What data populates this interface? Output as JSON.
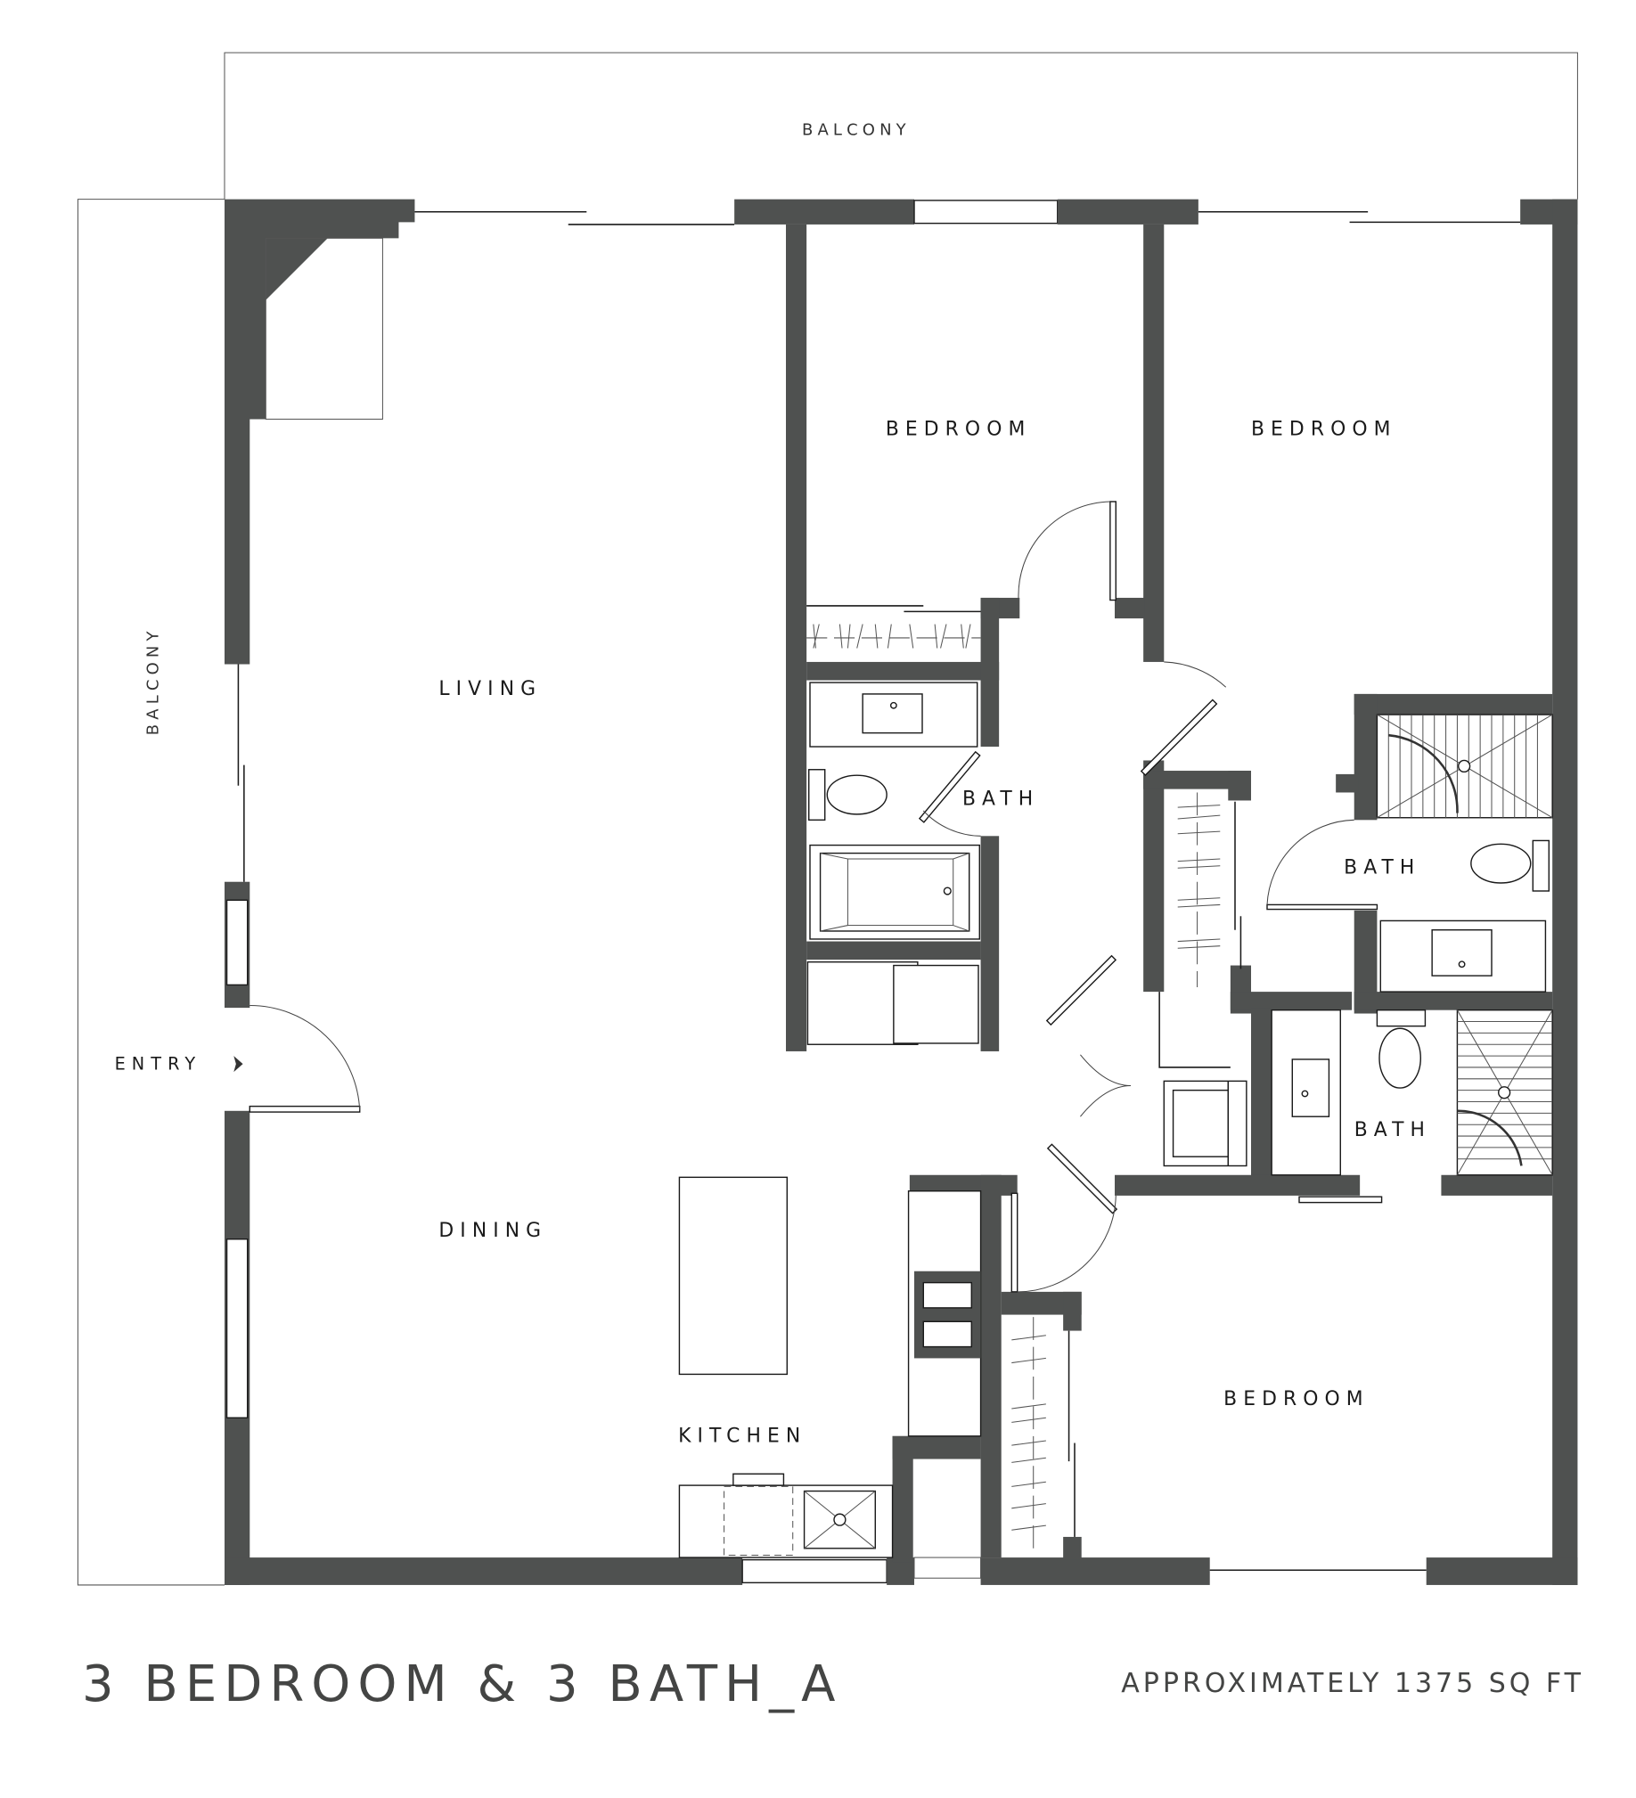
{
  "plan": {
    "title": "3 BEDROOM & 3 BATH_A",
    "area": "APPROXIMATELY 1375 SQ FT",
    "wall_color": "#4f5150",
    "text_color": "#444544"
  },
  "labels": {
    "balcony_top": "BALCONY",
    "balcony_left": "BALCONY",
    "entry": "ENTRY",
    "living": "LIVING",
    "dining": "DINING",
    "kitchen": "KITCHEN",
    "bedroom_1": "BEDROOM",
    "bedroom_2": "BEDROOM",
    "bedroom_3": "BEDROOM",
    "bath_1": "BATH",
    "bath_2": "BATH",
    "bath_3": "BATH"
  },
  "icons": {
    "entry_arrow": "triangle-right-icon"
  }
}
